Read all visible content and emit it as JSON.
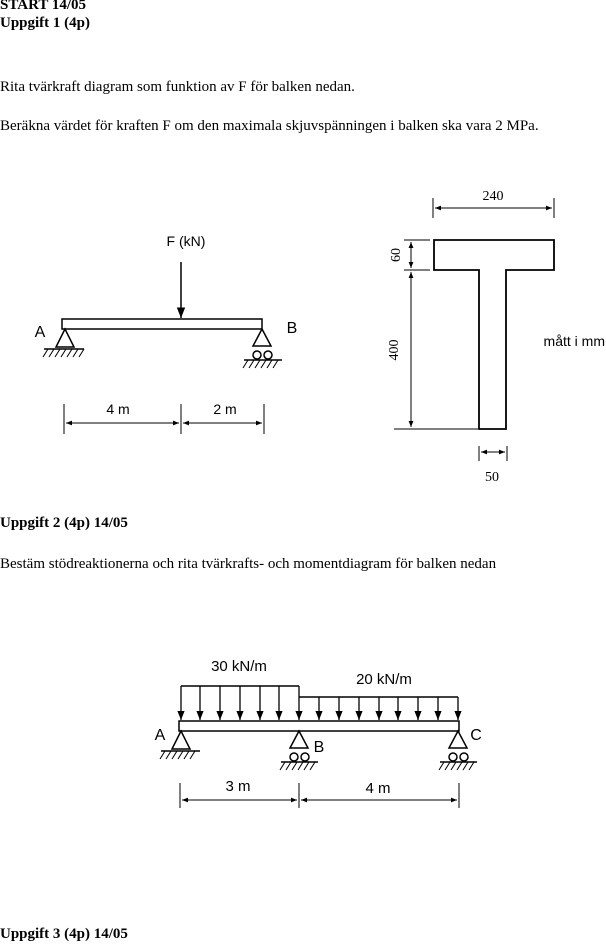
{
  "header": {
    "line1": "START 14/05",
    "line2": "Uppgift 1  (4p)"
  },
  "task1": {
    "p1": "Rita tvärkraft diagram som funktion av F för balken nedan.",
    "p2": "Beräkna värdet för kraften F om den maximala skjuvspänningen i balken ska vara 2 MPa.",
    "beam": {
      "force_label": "F (kN)",
      "support_left": "A",
      "support_right": "B",
      "dim_left": "4 m",
      "dim_right": "2 m"
    },
    "section": {
      "flange_width": "240",
      "flange_height": "60",
      "web_height": "400",
      "web_width": "50",
      "unit_note": "mått i mm"
    }
  },
  "task2": {
    "heading": "Uppgift 2  (4p) 14/05",
    "p1": "Bestäm stödreaktionerna och rita tvärkrafts- och momentdiagram för balken nedan",
    "beam": {
      "load_left": "30 kN/m",
      "load_right": "20 kN/m",
      "support_a": "A",
      "support_b": "B",
      "support_c": "C",
      "dim_left": "3 m",
      "dim_right": "4 m"
    }
  },
  "task3": {
    "heading": "Uppgift 3  (4p) 14/05"
  }
}
